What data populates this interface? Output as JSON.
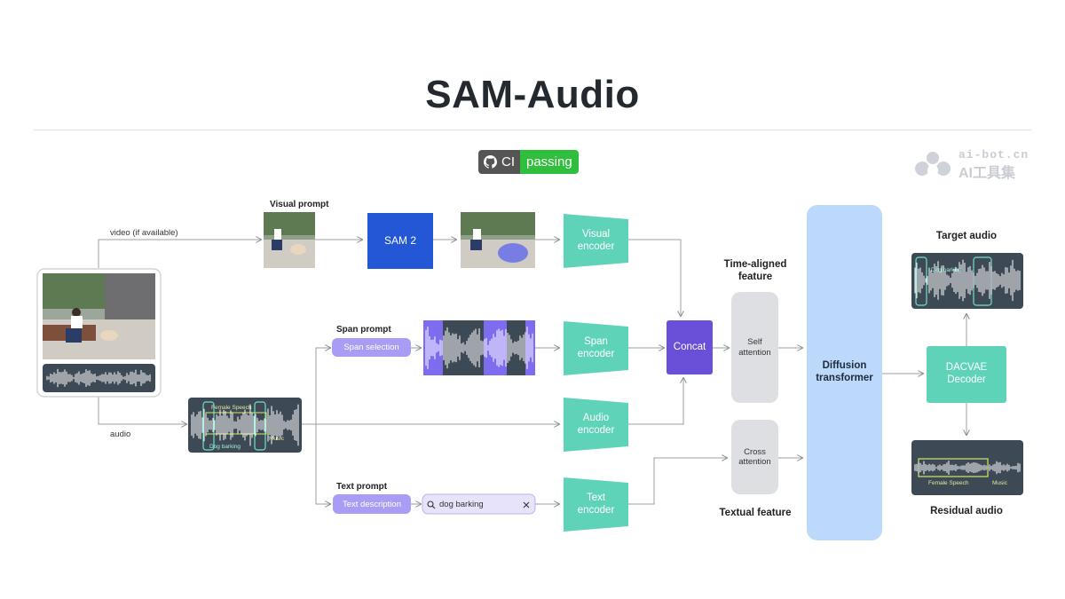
{
  "title": "SAM-Audio",
  "badge": {
    "left_label": "CI",
    "right_label": "passing",
    "left_color": "#555555",
    "right_color": "#2fbf3c"
  },
  "watermark": {
    "line1": "ai-bot.cn",
    "line2": "AI工具集"
  },
  "labels": {
    "video": "video (if available)",
    "audio": "audio",
    "visual_prompt": "Visual prompt",
    "span_prompt": "Span prompt",
    "text_prompt": "Text prompt",
    "time_aligned": "Time-aligned\nfeature",
    "textual_feature": "Textual feature",
    "target_audio": "Target audio",
    "residual_audio": "Residual audio"
  },
  "nodes": {
    "sam2": "SAM 2",
    "visual_encoder": "Visual\nencoder",
    "span_encoder": "Span\nencoder",
    "audio_encoder": "Audio\nencoder",
    "text_encoder": "Text\nencoder",
    "concat": "Concat",
    "self_attention": "Self\nattention",
    "cross_attention": "Cross\nattention",
    "diffusion": "Diffusion\ntransformer",
    "dacvae": "DACVAE\nDecoder"
  },
  "chips": {
    "span_selection": "Span selection",
    "text_description": "Text description",
    "search_value": "dog barking"
  },
  "waveform_tags": {
    "female_speech": "Female Speech",
    "dog_barking": "Dog barking",
    "music": "Music"
  },
  "colors": {
    "encoder": "#5fd3b8",
    "sam2": "#2357d6",
    "concat": "#6a4fd9",
    "attention": "#dedfe3",
    "diffusion": "#bcd8fb",
    "chip": "#a99cf5",
    "wave_bg": "#3d4a55"
  },
  "icons": {
    "github": "github-icon",
    "search": "search-icon",
    "close": "close-icon",
    "watermark": "cloud-logo-icon"
  }
}
